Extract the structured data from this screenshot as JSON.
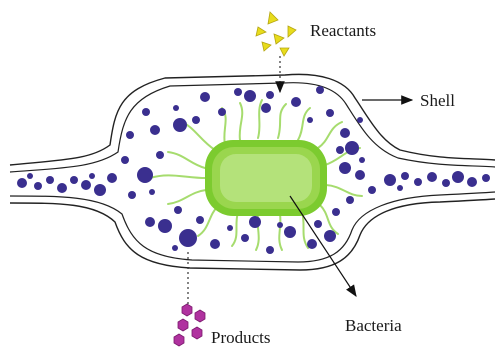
{
  "labels": {
    "reactants": "Reactants",
    "shell": "Shell",
    "bacteria": "Bacteria",
    "products": "Products"
  },
  "colors": {
    "particle": "#3a2f8f",
    "bacteria_outer": "#7ccb2f",
    "bacteria_inner": "#b4e27a",
    "flagella": "#a6dc6e",
    "reactant": "#e8dc1c",
    "product": "#b0329f",
    "shell_line": "#222222"
  },
  "icons": {
    "reactant_shape": "triangle",
    "product_shape": "hexagon"
  }
}
